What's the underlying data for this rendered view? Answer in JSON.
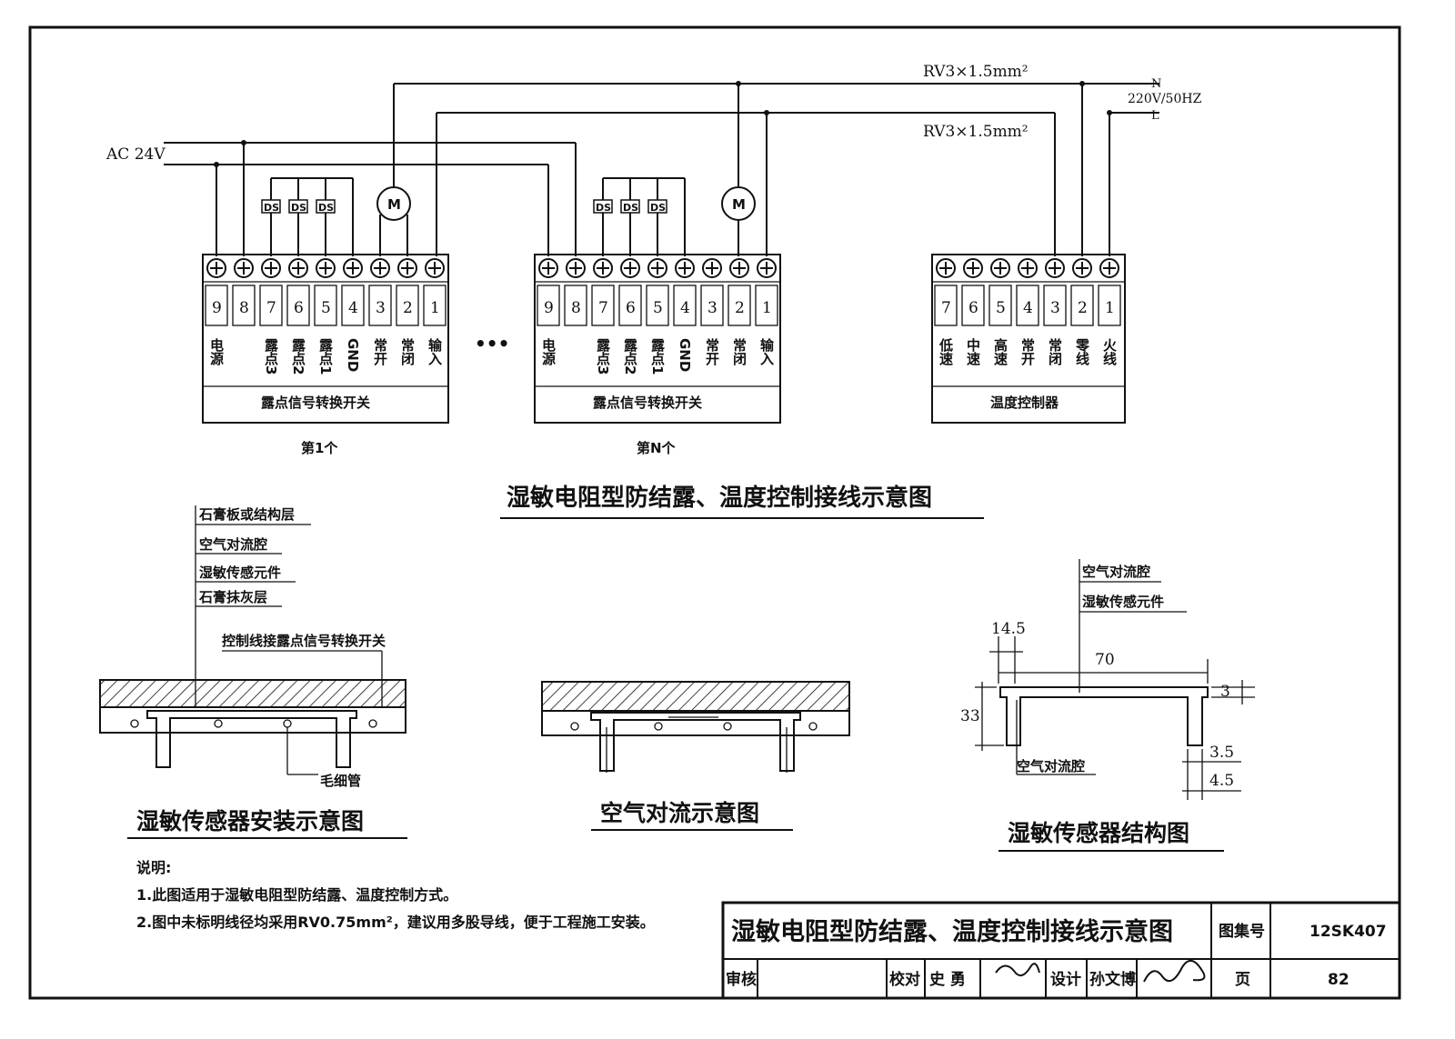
{
  "wiring": {
    "title": "湿敏电阻型防结露、温度控制接线示意图",
    "ac_label": "AC 24V",
    "cable_top": "RV3×1.5mm²",
    "cable_bottom": "RV3×1.5mm²",
    "n_label": "N",
    "supply_label": "220V/50HZ",
    "l_label": "L",
    "ds_label": "DS",
    "motor_label": "M",
    "ellipsis": "•••",
    "switch1": {
      "caption": "露点信号转换开关",
      "sub_caption": "第1个",
      "numbers": [
        "9",
        "8",
        "7",
        "6",
        "5",
        "4",
        "3",
        "2",
        "1"
      ],
      "labels": [
        "电源",
        "",
        "露点3",
        "露点2",
        "露点1",
        "GND",
        "常开",
        "常闭",
        "输入"
      ]
    },
    "switchN": {
      "caption": "露点信号转换开关",
      "sub_caption": "第N个",
      "numbers": [
        "9",
        "8",
        "7",
        "6",
        "5",
        "4",
        "3",
        "2",
        "1"
      ],
      "labels": [
        "电源",
        "",
        "露点3",
        "露点2",
        "露点1",
        "GND",
        "常开",
        "常闭",
        "输入"
      ]
    },
    "controller": {
      "caption": "温度控制器",
      "numbers": [
        "7",
        "6",
        "5",
        "4",
        "3",
        "2",
        "1"
      ],
      "labels": [
        "低速",
        "中速",
        "高速",
        "常开",
        "常闭",
        "零线",
        "火线"
      ]
    }
  },
  "install": {
    "title": "湿敏传感器安装示意图",
    "labels": [
      "石膏板或结构层",
      "空气对流腔",
      "湿敏传感元件",
      "石膏抹灰层"
    ],
    "control_line": "控制线接露点信号转换开关",
    "capillary": "毛细管"
  },
  "convection": {
    "title": "空气对流示意图"
  },
  "structure": {
    "title": "湿敏传感器结构图",
    "labels": [
      "空气对流腔",
      "湿敏传感元件"
    ],
    "bottom_label": "空气对流腔",
    "dims": {
      "d1": "14.5",
      "d2": "70",
      "d3": "3",
      "d4": "33",
      "d5": "3.5",
      "d6": "4.5"
    }
  },
  "notes": {
    "heading": "说明:",
    "items": [
      "1.此图适用于湿敏电阻型防结露、温度控制方式。",
      "2.图中未标明线径均采用RV0.75mm²，建议用多股导线，便于工程施工安装。"
    ]
  },
  "title_block": {
    "title": "湿敏电阻型防结露、温度控制接线示意图",
    "atlas_label": "图集号",
    "atlas_value": "12SK407",
    "review_label": "审核",
    "check_label": "校对",
    "check_name": "史 勇",
    "design_label": "设计",
    "design_name": "孙文博",
    "page_label": "页",
    "page_value": "82"
  }
}
